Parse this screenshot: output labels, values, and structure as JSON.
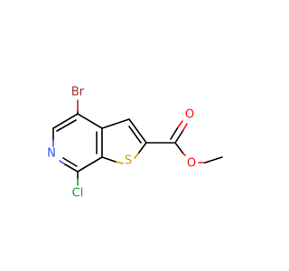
{
  "molecule": {
    "atoms": {
      "br": {
        "label": "Br",
        "color": "#a62929"
      },
      "n": {
        "label": "N",
        "color": "#3050f8"
      },
      "s": {
        "label": "S",
        "color": "#c8a000"
      },
      "cl": {
        "label": "Cl",
        "color": "#1fa01f"
      },
      "o_carbonyl": {
        "label": "O",
        "color": "#ff0d0d"
      },
      "o_ester": {
        "label": "O",
        "color": "#ff0d0d"
      }
    }
  }
}
